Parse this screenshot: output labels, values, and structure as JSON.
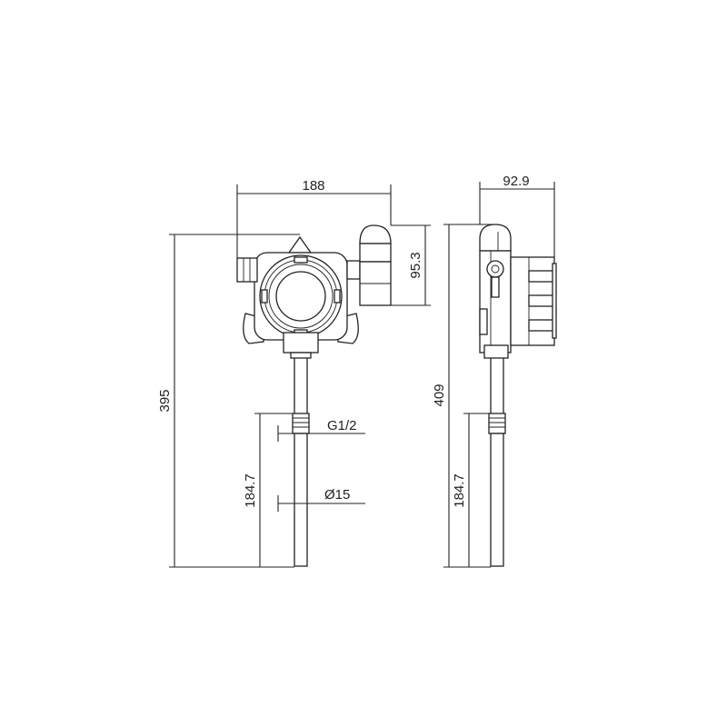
{
  "front_view": {
    "dim_width": "188",
    "dim_height": "95.3",
    "dim_total": "395",
    "dim_probe": "184.7",
    "thread": "G1/2",
    "diameter": "Ø15"
  },
  "side_view": {
    "dim_width": "92.9",
    "dim_total": "409",
    "dim_probe": "184.7"
  }
}
